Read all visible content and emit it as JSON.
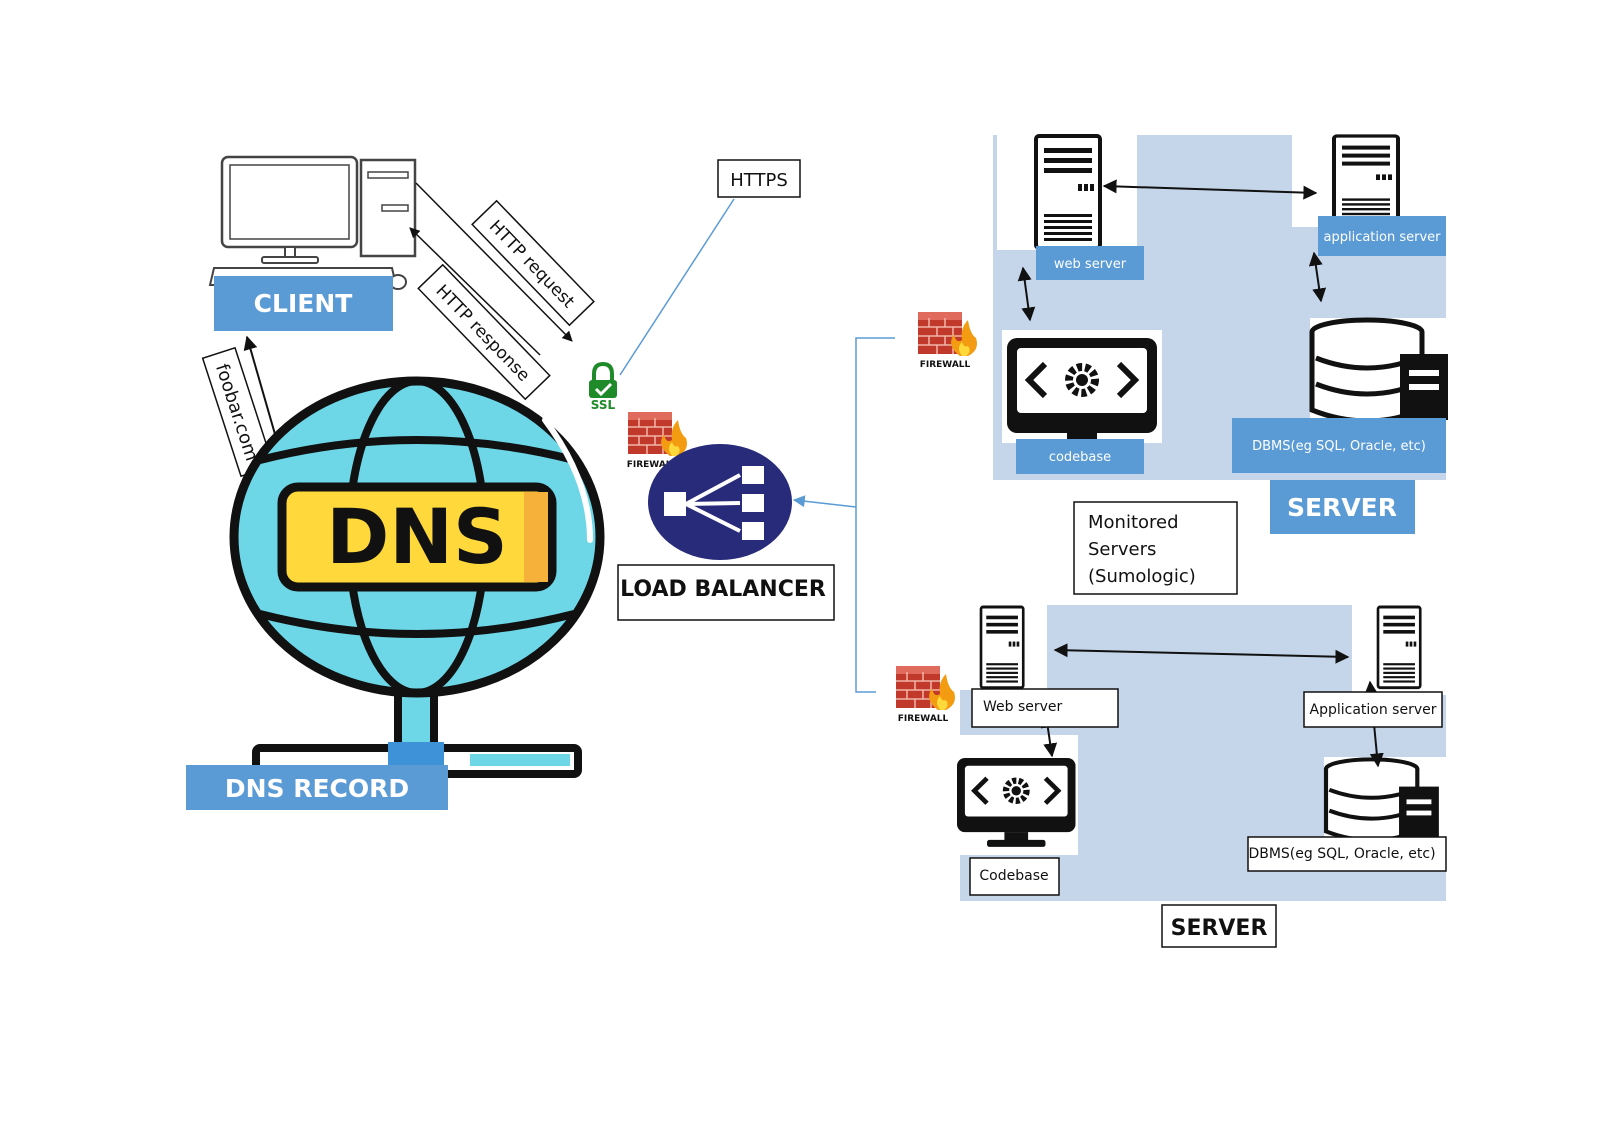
{
  "client": {
    "label": "CLIENT"
  },
  "dns": {
    "globe_text": "DNS",
    "record_label": "DNS RECORD",
    "query_label": "foobar.com"
  },
  "http": {
    "request_label": "HTTP request",
    "response_label": "HTTP response"
  },
  "security": {
    "https_label": "HTTPS",
    "ssl_label": "SSL",
    "firewall_label": "FIREWALL"
  },
  "load_balancer": {
    "label": "LOAD BALANCER"
  },
  "monitoring": {
    "lines": [
      "Monitored",
      "Servers",
      "(Sumologic)"
    ]
  },
  "server_top": {
    "web_server_label": "web server",
    "app_server_label": "application server",
    "codebase_label": "codebase",
    "dbms_label": "DBMS(eg SQL, Oracle, etc)",
    "title": "SERVER"
  },
  "server_bottom": {
    "web_server_label": "Web server",
    "app_server_label": "Application server",
    "codebase_label": "Codebase",
    "dbms_label": "DBMS(eg SQL, Oracle, etc)",
    "title": "SERVER"
  },
  "colors": {
    "label_blue": "#5b9bd5",
    "panel_blue": "#c5d5ea",
    "globe_cyan": "#6dd7e8",
    "dns_yellow": "#ffd93b",
    "lb_navy": "#282a7a",
    "ssl_green": "#1e8a2a",
    "brick_red": "#c0392b"
  },
  "icons": [
    "desktop-computer-icon",
    "globe-network-icon",
    "lock-icon",
    "firewall-icon",
    "load-balancer-icon",
    "server-tower-icon",
    "code-monitor-icon",
    "database-icon"
  ]
}
